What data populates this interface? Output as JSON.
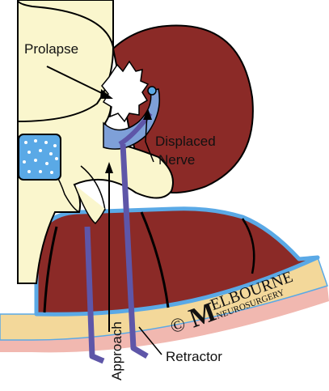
{
  "labels": {
    "prolapse": "Prolapse",
    "displaced_nerve_line1": "Displaced",
    "displaced_nerve_line2": "Nerve",
    "approach": "Approach",
    "retractor": "Retractor"
  },
  "watermark": {
    "copyright": "©",
    "brand_initial": "M",
    "brand_rest": "ELBOURNE",
    "brand_sub": "NEUROSURGERY"
  },
  "colors": {
    "bone": "#faf6cd",
    "muscle": "#8b2a27",
    "dura_blue": "#5aa9e6",
    "nerve_blue": "#7ea0d8",
    "retractor": "#5e56a8",
    "skin": "#f3d89a",
    "skin_pink": "#f1b8b0",
    "outline": "#000000"
  }
}
